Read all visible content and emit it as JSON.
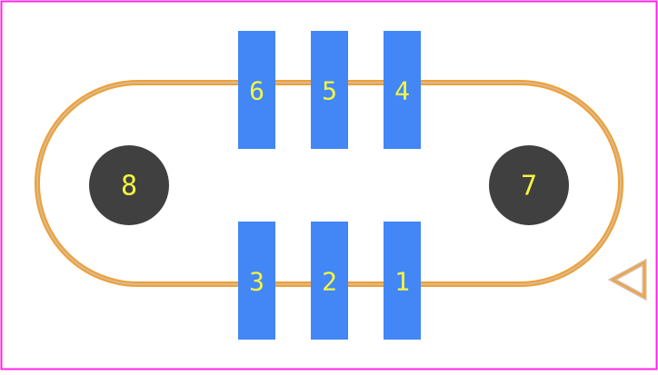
{
  "colors": {
    "background": "#ffffff",
    "board_outline": "#ff26e2",
    "silkscreen_outer": "#f0a030",
    "silkscreen_inner": "#d8b89a",
    "smd_pad": "#4287f5",
    "mounting_hole": "#404040",
    "pad_label": "#f5f542",
    "pin1_marker_outer": "#d8b89a",
    "pin1_marker_inner": "#f0a030"
  },
  "smd_pads": [
    {
      "label": "6",
      "row": "top"
    },
    {
      "label": "5",
      "row": "top"
    },
    {
      "label": "4",
      "row": "top"
    },
    {
      "label": "3",
      "row": "bottom"
    },
    {
      "label": "2",
      "row": "bottom"
    },
    {
      "label": "1",
      "row": "bottom"
    }
  ],
  "mounting_holes": [
    {
      "label": "8",
      "side": "left"
    },
    {
      "label": "7",
      "side": "right"
    }
  ],
  "icons": {
    "pin1_marker": "triangle-left-icon"
  }
}
